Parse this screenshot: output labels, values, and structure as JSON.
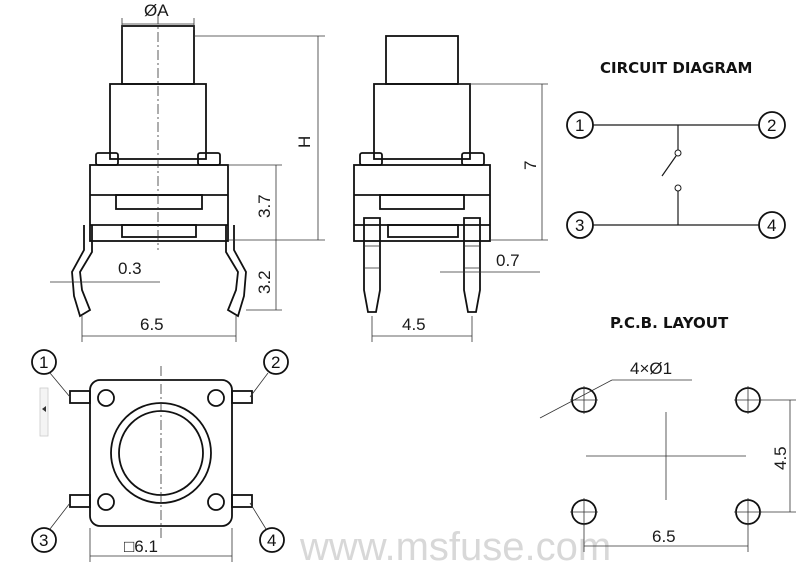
{
  "labels": {
    "dia_a": "ØA",
    "height_h": "H",
    "dim_3_7": "3.7",
    "dim_3_2": "3.2",
    "dim_0_3": "0.3",
    "dim_6_5_top": "6.5",
    "dim_7": "7",
    "dim_0_7": "0.7",
    "dim_4_5_side": "4.5",
    "circuit_title": "CIRCUIT DIAGRAM",
    "pcb_title": "P.C.B. LAYOUT",
    "holes": "4×Ø1",
    "pcb_4_5": "4.5",
    "pcb_6_5": "6.5",
    "body_6_1": "□6.1",
    "watermark": "www.msfuse.com"
  },
  "pins": [
    "1",
    "2",
    "3",
    "4"
  ],
  "bottom_pins": [
    "1",
    "2",
    "3",
    "4"
  ]
}
